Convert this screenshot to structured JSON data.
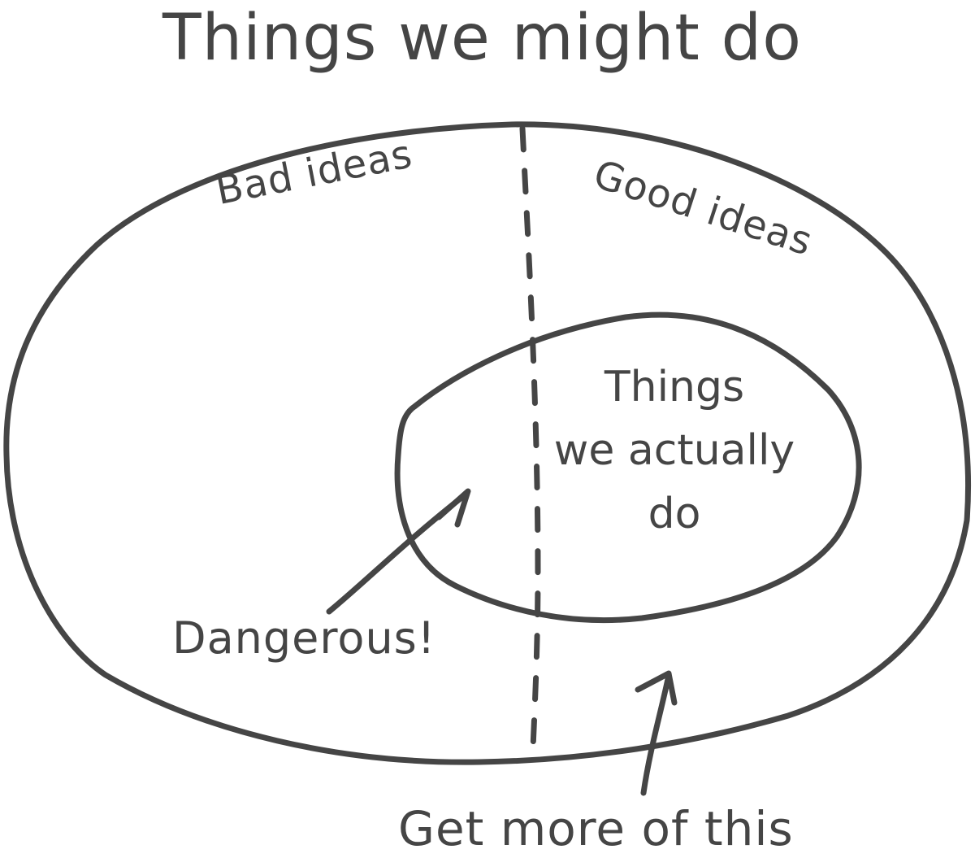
{
  "diagram": {
    "title": "Things we might do",
    "regions": {
      "bad": "Bad ideas",
      "good": "Good ideas"
    },
    "inner_set": {
      "line1": "Things",
      "line2": "we actually",
      "line3": "do"
    },
    "annotations": {
      "dangerous": "Dangerous!",
      "get_more": "Get more of this"
    },
    "colors": {
      "ink": "#454545",
      "background": "#ffffff"
    }
  }
}
